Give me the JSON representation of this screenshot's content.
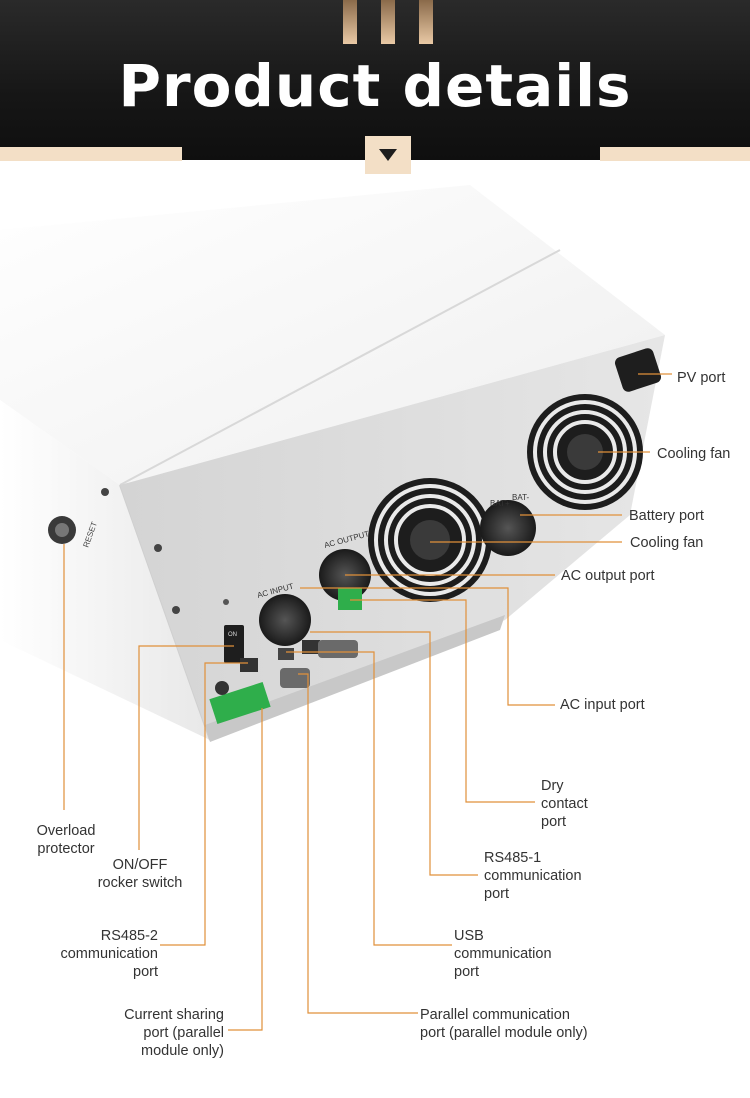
{
  "header": {
    "title": "Product details"
  },
  "colors": {
    "accent": "#f3dfc6",
    "line": "#e0903a",
    "header_bg": "#161616"
  },
  "labels": {
    "pv_port": "PV port",
    "cooling_fan_1": "Cooling fan",
    "battery_port": "Battery port",
    "cooling_fan_2": "Cooling fan",
    "ac_output_port": "AC output port",
    "ac_input_port": "AC input port",
    "dry_contact_port": "Dry\ncontact\nport",
    "rs485_1": "RS485-1\ncommunication\nport",
    "usb": "USB\ncommunication\nport",
    "parallel": "Parallel communication\nport (parallel module only)",
    "overload": "Overload\nprotector",
    "onoff": "ON/OFF\nrocker switch",
    "rs485_2": "RS485-2\ncommunication\nport",
    "current_sharing": "Current sharing\nport (parallel\nmodule only)"
  },
  "device_markings": {
    "ac_in": "AC INPUT",
    "ac_out": "AC OUTPUT",
    "bat_plus": "BAT+",
    "bat_minus": "BAT-",
    "on": "ON"
  }
}
